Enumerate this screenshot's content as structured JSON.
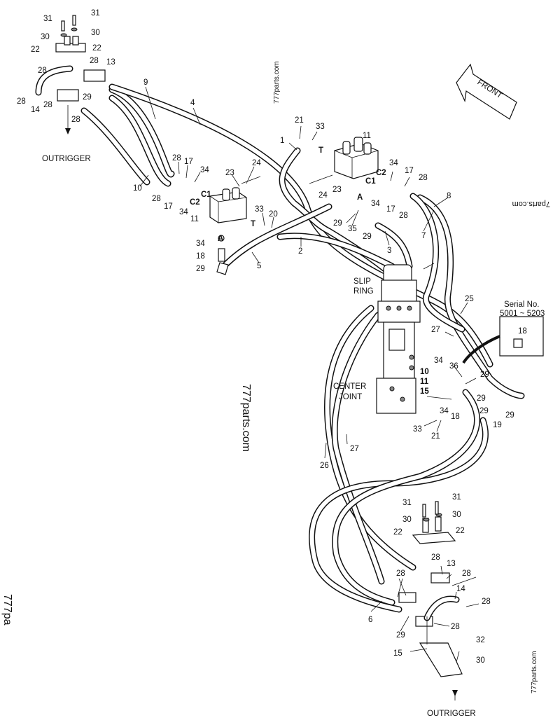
{
  "labels": {
    "outrigger_top": "OUTRIGGER",
    "outrigger_bottom": "OUTRIGGER",
    "front": "FRONT",
    "slip_ring_1": "SLIP",
    "slip_ring_2": "RING",
    "center_joint_1": "CENTER",
    "center_joint_2": "JOINT",
    "serial_1": "Serial No.",
    "serial_2": "5001 ~ 5203"
  },
  "watermarks": {
    "w1": "777parts.com",
    "w2": "777parts.com",
    "w3": "7parts.com",
    "w4": "777pa",
    "w5": "777parts.com"
  },
  "ports": {
    "c1_left": "C1",
    "c2_left": "C2",
    "t_left": "T",
    "a_left": "A",
    "c1_right": "C1",
    "c2_right": "C2",
    "t_right": "T",
    "a_right": "A"
  },
  "callouts": {
    "n31a": "31",
    "n31b": "31",
    "n30a": "30",
    "n30b": "30",
    "n22a": "22",
    "n22b": "22",
    "n28a": "28",
    "n28b": "28",
    "n28c": "28",
    "n28d": "28",
    "n28e": "28",
    "n13a": "13",
    "n14a": "14",
    "n29a": "29",
    "n9": "9",
    "n4": "4",
    "n10": "10",
    "n28f": "28",
    "n17a": "17",
    "n34a": "34",
    "n28g": "28",
    "n17b": "17",
    "n34b": "34",
    "n23a": "23",
    "n24a": "24",
    "n11a": "11",
    "n33a": "33",
    "n20": "20",
    "n34c": "34",
    "n18a": "18",
    "n29b": "29",
    "n5": "5",
    "n2": "2",
    "n1": "1",
    "n21a": "21",
    "n33b": "33",
    "n11b": "11",
    "n34d": "34",
    "n17c": "17",
    "n28h": "28",
    "n23b": "23",
    "n24b": "24",
    "n34e": "34",
    "n17d": "17",
    "n28i": "28",
    "n8": "8",
    "n7": "7",
    "n29c": "29",
    "n35": "35",
    "n29d": "29",
    "n3": "3",
    "n25": "25",
    "n27a": "27",
    "n18b": "18",
    "n34f": "34",
    "n36": "36",
    "n29e": "29",
    "n10b": "10",
    "n11c": "11",
    "n15a": "15",
    "n34g": "34",
    "n29f": "29",
    "n18c": "18",
    "n29g": "29",
    "n19": "19",
    "n29h": "29",
    "n33c": "33",
    "n21b": "21",
    "n27b": "27",
    "n26": "26",
    "n31c": "31",
    "n31d": "31",
    "n30c": "30",
    "n30d": "30",
    "n22c": "22",
    "n22d": "22",
    "n28j": "28",
    "n13b": "13",
    "n28k": "28",
    "n28l": "28",
    "n14b": "14",
    "n28m": "28",
    "n6": "6",
    "n28n": "28",
    "n29i": "29",
    "n15b": "15",
    "n32": "32",
    "n30e": "30"
  }
}
